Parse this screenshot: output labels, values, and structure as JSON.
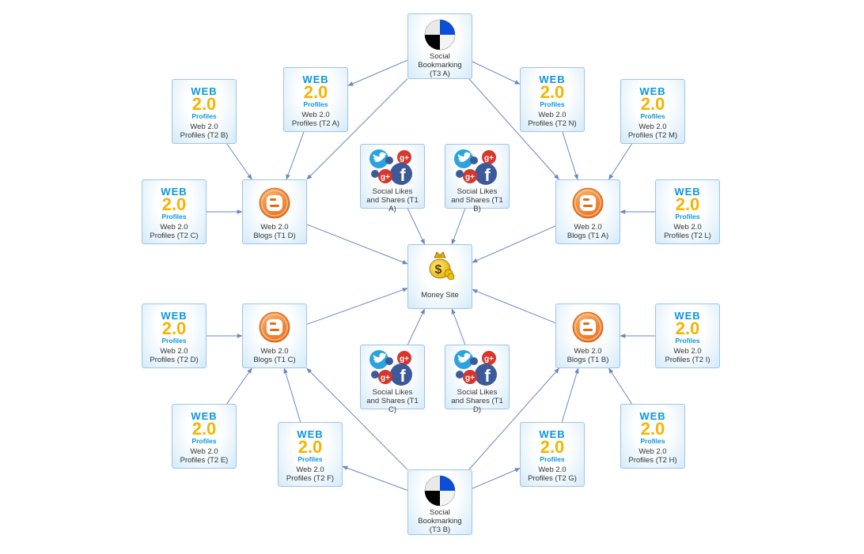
{
  "colors": {
    "edge": "#6a87c2",
    "node_border": "#9fc4e6"
  },
  "nodes": {
    "t3a": {
      "type": "bookmark",
      "label_lines": [
        "Social",
        "Bookmarking",
        "(T3 A)"
      ]
    },
    "t3b": {
      "type": "bookmark",
      "label_lines": [
        "Social",
        "Bookmarking",
        "(T3 B)"
      ]
    },
    "t2a": {
      "type": "web20",
      "label_lines": [
        "Web 2.0",
        "Profiles (T2 A)"
      ]
    },
    "t2b": {
      "type": "web20",
      "label_lines": [
        "Web 2.0",
        "Profiles (T2 B)"
      ]
    },
    "t2c": {
      "type": "web20",
      "label_lines": [
        "Web 2.0",
        "Profiles (T2 C)"
      ]
    },
    "t2d": {
      "type": "web20",
      "label_lines": [
        "Web 2.0",
        "Profiles (T2 D)"
      ]
    },
    "t2e": {
      "type": "web20",
      "label_lines": [
        "Web 2.0",
        "Profiles (T2 E)"
      ]
    },
    "t2f": {
      "type": "web20",
      "label_lines": [
        "Web 2.0",
        "Profiles (T2 F)"
      ]
    },
    "t2g": {
      "type": "web20",
      "label_lines": [
        "Web 2.0",
        "Profiles (T2 G)"
      ]
    },
    "t2h": {
      "type": "web20",
      "label_lines": [
        "Web 2.0",
        "Profiles (T2 H)"
      ]
    },
    "t2i": {
      "type": "web20",
      "label_lines": [
        "Web 2.0",
        "Profiles (T2 I)"
      ]
    },
    "t2l": {
      "type": "web20",
      "label_lines": [
        "Web 2.0",
        "Profiles (T2 L)"
      ]
    },
    "t2m": {
      "type": "web20",
      "label_lines": [
        "Web 2.0",
        "Profiles (T2 M)"
      ]
    },
    "t2n": {
      "type": "web20",
      "label_lines": [
        "Web 2.0",
        "Profiles (T2 N)"
      ]
    },
    "t1a": {
      "type": "blog",
      "label_lines": [
        "Web 2.0",
        "Blogs (T1 A)"
      ]
    },
    "t1b": {
      "type": "blog",
      "label_lines": [
        "Web 2.0",
        "Blogs (T1 B)"
      ]
    },
    "t1c": {
      "type": "blog",
      "label_lines": [
        "Web 2.0",
        "Blogs (T1 C)"
      ]
    },
    "t1d": {
      "type": "blog",
      "label_lines": [
        "Web 2.0",
        "Blogs (T1 D)"
      ]
    },
    "s1a": {
      "type": "social",
      "label_lines": [
        "Social Likes",
        "and Shares (T1 A)"
      ]
    },
    "s1b": {
      "type": "social",
      "label_lines": [
        "Social Likes",
        "and Shares (T1 B)"
      ]
    },
    "s1c": {
      "type": "social",
      "label_lines": [
        "Social Likes",
        "and Shares (T1 C)"
      ]
    },
    "s1d": {
      "type": "social",
      "label_lines": [
        "Social Likes",
        "and Shares (T1 D)"
      ]
    },
    "money": {
      "type": "money",
      "label_lines": [
        "Money Site"
      ]
    }
  },
  "web20_logo": {
    "line1": "WEB",
    "line2": "2.0",
    "line3": "Profiles"
  },
  "edges": [
    [
      "t3a",
      "t2a"
    ],
    [
      "t3a",
      "t2n"
    ],
    [
      "t3a",
      "t1d"
    ],
    [
      "t3a",
      "t1a"
    ],
    [
      "t2b",
      "t1d"
    ],
    [
      "t2a",
      "t1d"
    ],
    [
      "t2c",
      "t1d"
    ],
    [
      "t2n",
      "t1a"
    ],
    [
      "t2m",
      "t1a"
    ],
    [
      "t2l",
      "t1a"
    ],
    [
      "t1d",
      "money"
    ],
    [
      "t1a",
      "money"
    ],
    [
      "s1a",
      "money"
    ],
    [
      "s1b",
      "money"
    ],
    [
      "t1c",
      "money"
    ],
    [
      "t1b",
      "money"
    ],
    [
      "s1c",
      "money"
    ],
    [
      "s1d",
      "money"
    ],
    [
      "t2d",
      "t1c"
    ],
    [
      "t2e",
      "t1c"
    ],
    [
      "t2f",
      "t1c"
    ],
    [
      "t2i",
      "t1b"
    ],
    [
      "t2h",
      "t1b"
    ],
    [
      "t2g",
      "t1b"
    ],
    [
      "t3b",
      "t2f"
    ],
    [
      "t3b",
      "t2g"
    ],
    [
      "t3b",
      "t1c"
    ],
    [
      "t3b",
      "t1b"
    ]
  ]
}
